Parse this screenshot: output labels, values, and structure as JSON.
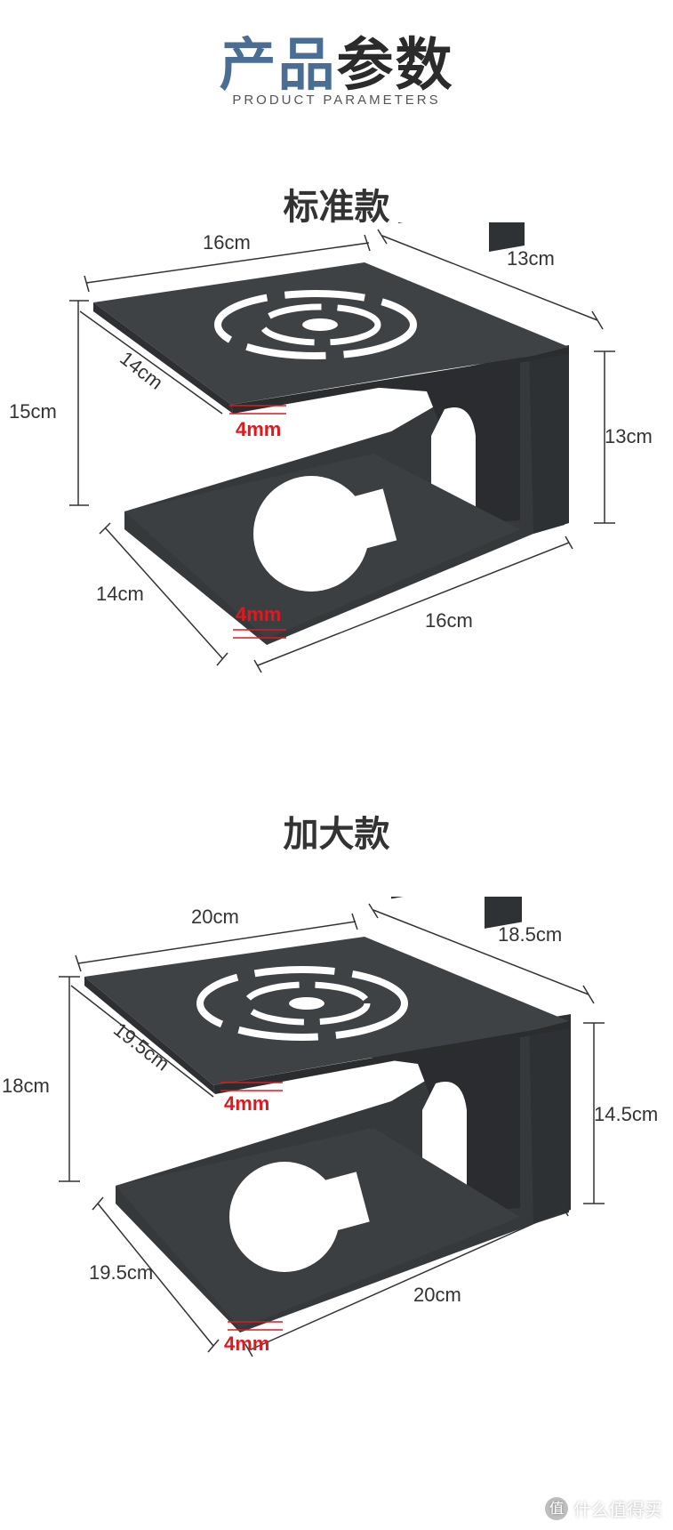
{
  "header": {
    "title_part1": "产品",
    "title_part2": "参数",
    "subtitle": "PRODUCT PARAMETERS"
  },
  "standard": {
    "title": "标准款",
    "dims": {
      "top_width": "16cm",
      "top_depth": "13cm",
      "total_height": "15cm",
      "top_side_depth": "14cm",
      "top_thickness": "4mm",
      "inner_height": "13cm",
      "bottom_depth": "14cm",
      "bottom_thickness": "4mm",
      "bottom_width": "16cm"
    }
  },
  "large": {
    "title": "加大款",
    "dims": {
      "top_width": "20cm",
      "top_depth": "18.5cm",
      "total_height": "18cm",
      "top_side_depth": "19.5cm",
      "top_thickness": "4mm",
      "inner_height": "14.5cm",
      "bottom_depth": "19.5cm",
      "bottom_thickness": "4mm",
      "bottom_width": "20cm"
    }
  },
  "watermark": {
    "text": "什么值得买",
    "logo_glyph": "值"
  },
  "colors": {
    "title_blue": "#4a6d94",
    "title_dark": "#2b2b2b",
    "product_dark": "#3c3f42",
    "accent_red": "#e0191f"
  }
}
